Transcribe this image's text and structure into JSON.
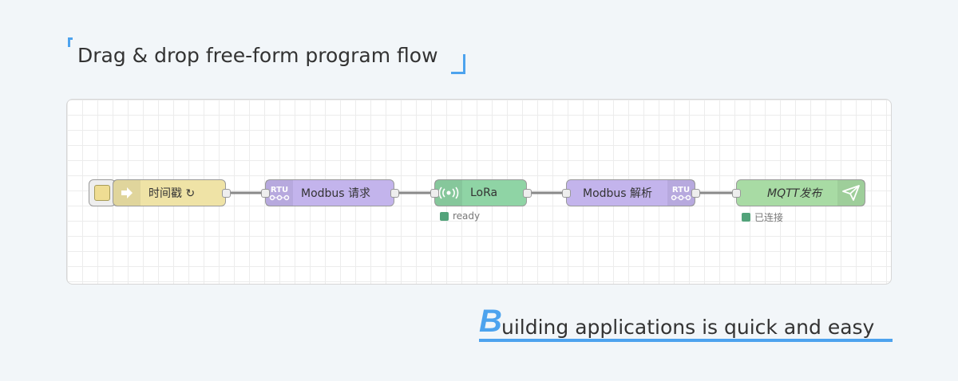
{
  "heading": "Drag & drop free-form program flow",
  "tagline": {
    "first_letter": "B",
    "rest": "uilding applications is quick and easy"
  },
  "colors": {
    "accent": "#4da3ee",
    "inject_node": "#e7e7ae",
    "modbus_node": "#c0b2ea",
    "lora_node": "#87d7a2",
    "mqtt_node": "#a6d9a3",
    "status_ok": "#52a37a"
  },
  "flow": {
    "nodes": [
      {
        "id": "inject",
        "label": "时间戳 ↻",
        "icon": "arrow-right-icon",
        "has_button": true
      },
      {
        "id": "modbus-request",
        "label": "Modbus 请求",
        "icon": "rtu-icon"
      },
      {
        "id": "lora",
        "label": "LoRa",
        "icon": "wireless-icon",
        "status": "ready"
      },
      {
        "id": "modbus-parse",
        "label": "Modbus 解析",
        "icon": "rtu-icon"
      },
      {
        "id": "mqtt-publish",
        "label": "MQTT发布",
        "icon": "send-icon",
        "status": "已连接"
      }
    ]
  }
}
